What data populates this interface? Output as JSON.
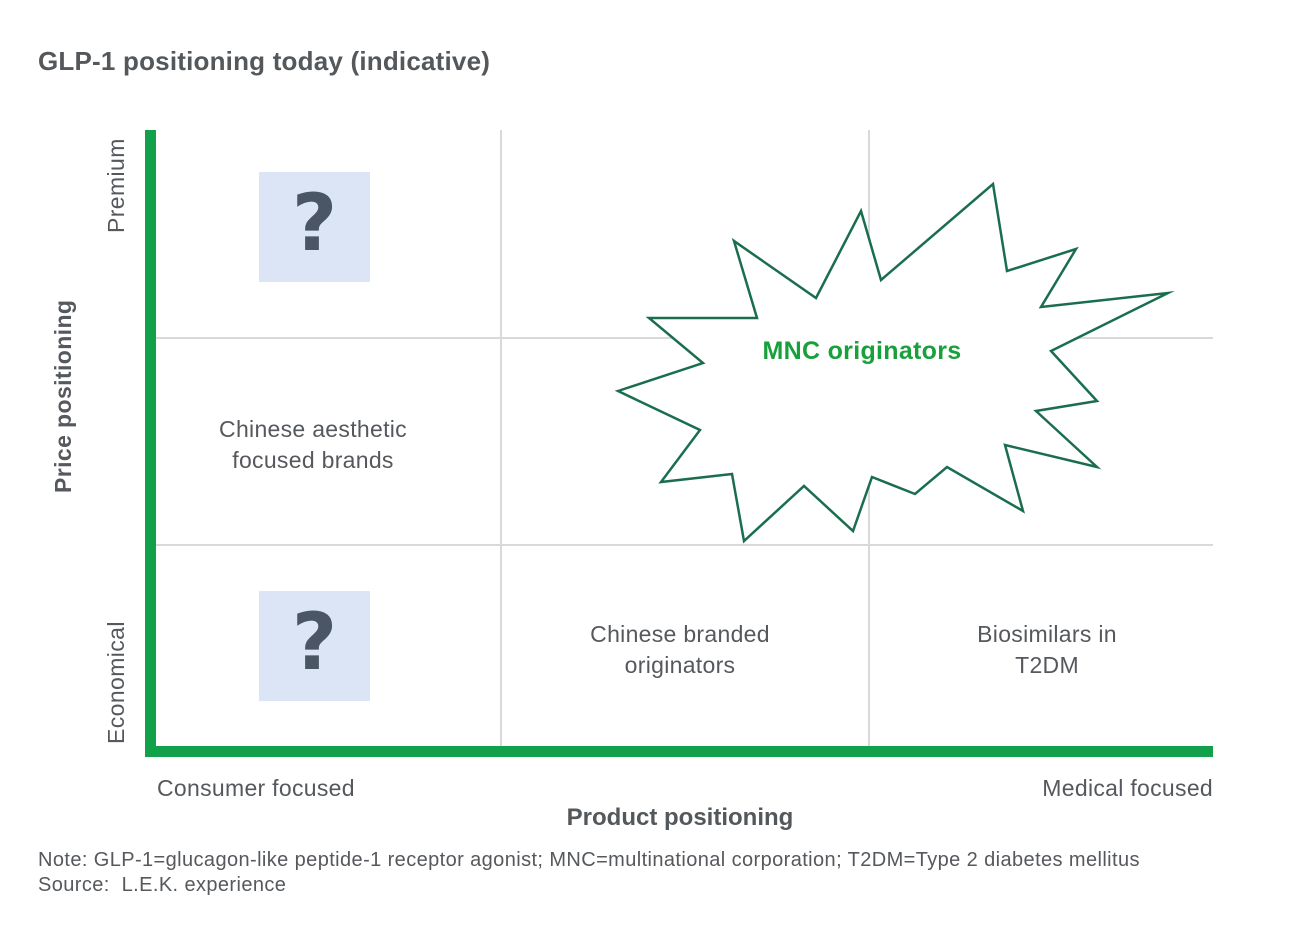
{
  "chart_data": {
    "type": "scatter",
    "title": "GLP-1 positioning today (indicative)",
    "axes": {
      "x": {
        "title": "Product positioning",
        "min_label": "Consumer focused",
        "max_label": "Medical focused"
      },
      "y": {
        "title": "Price positioning",
        "min_label": "Economical",
        "max_label": "Premium"
      }
    },
    "grid": {
      "visible": true,
      "vertical_lines_frac": [
        0.33,
        0.67
      ],
      "horizontal_lines_frac": [
        0.34,
        0.67
      ]
    },
    "items": [
      {
        "id": "unknown-premium-consumer",
        "label": "?",
        "marker": "question-box",
        "x_frac": 0.15,
        "y_frac": 0.84
      },
      {
        "id": "chinese-aesthetic-focused-brands",
        "label": "Chinese aesthetic focused brands",
        "marker": "text",
        "x_frac": 0.15,
        "y_frac": 0.5
      },
      {
        "id": "unknown-economical-consumer",
        "label": "?",
        "marker": "question-box",
        "x_frac": 0.15,
        "y_frac": 0.16
      },
      {
        "id": "mnc-originators",
        "label": "MNC originators",
        "marker": "starburst",
        "x_frac": 0.67,
        "y_frac": 0.62
      },
      {
        "id": "chinese-branded-originators",
        "label": "Chinese branded originators",
        "marker": "text",
        "x_frac": 0.5,
        "y_frac": 0.16
      },
      {
        "id": "biosimilars-in-t2dm",
        "label": "Biosimilars in T2DM",
        "marker": "text",
        "x_frac": 0.84,
        "y_frac": 0.16
      }
    ],
    "note": "Note: GLP-1=glucagon-like peptide-1 receptor agonist; MNC=multinational corporation; T2DM=Type 2 diabetes mellitus",
    "source": "Source:  L.E.K. experience"
  },
  "colors": {
    "axis_green": "#12A04B",
    "starburst_outline_green": "#1A6E4E",
    "mnc_text_green": "#18A03C",
    "question_box_blue": "#DBE5F6",
    "question_mark_gray": "#4A5663",
    "text_gray": "#55585C",
    "gridline_gray": "#D8DADA"
  }
}
